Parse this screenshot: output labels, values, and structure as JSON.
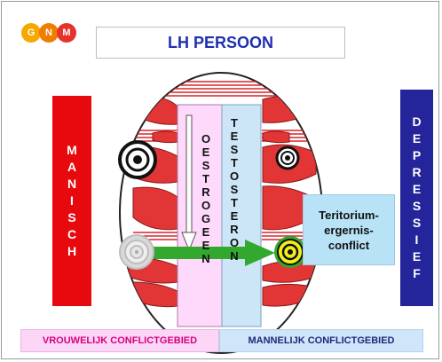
{
  "logo": {
    "letters": [
      "G",
      "N",
      "M"
    ],
    "colors": [
      "#f7a800",
      "#ef7d00",
      "#e6332a"
    ]
  },
  "title": "LH PERSOON",
  "left_bar": {
    "letters": [
      "M",
      "A",
      "N",
      "I",
      "S",
      "C",
      "H"
    ],
    "color": "#e8090f"
  },
  "right_bar": {
    "letters": [
      "D",
      "E",
      "P",
      "R",
      "E",
      "S",
      "S",
      "I",
      "E",
      "F"
    ],
    "color": "#24249b"
  },
  "estrogen_column": {
    "letters": [
      "O",
      "E",
      "S",
      "T",
      "R",
      "O",
      "G",
      "E",
      "E",
      "N"
    ],
    "color": "#ffd9fb"
  },
  "testosterone_column": {
    "letters": [
      "T",
      "E",
      "S",
      "T",
      "O",
      "S",
      "T",
      "E",
      "R",
      "O",
      "N"
    ],
    "color": "#cce6f8"
  },
  "callout": {
    "lines": [
      "Teritorium-",
      "ergernis-",
      "conflict"
    ]
  },
  "footer": {
    "left": "VROUWELIJK CONFLICTGEBIED",
    "right": "MANNELIJK CONFLICTGEBIED"
  },
  "icons": [
    "brain-outline-icon",
    "target-rings-icon",
    "gray-target-icon",
    "yellow-target-icon",
    "green-arrow-icon",
    "down-arrow-icon"
  ]
}
